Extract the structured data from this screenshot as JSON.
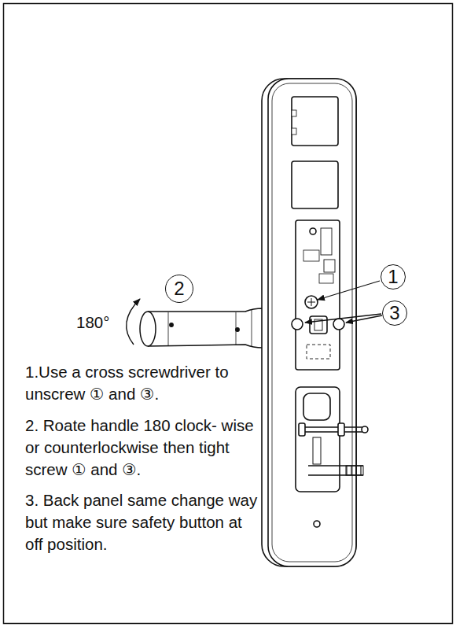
{
  "diagram": {
    "nodes": [
      {
        "text": [
          "1"
        ]
      },
      {
        "text": [
          "2"
        ]
      },
      {
        "text": [
          "3"
        ]
      }
    ],
    "labels": [
      "180°",
      "1.Use a cross screwdriver to unscrew ① and ③.",
      "2. Roate handle 180 clock- wise or counterlockwise then tight screw ① and ③.",
      "3. Back panel same change way but make sure safety button at off position."
    ]
  }
}
